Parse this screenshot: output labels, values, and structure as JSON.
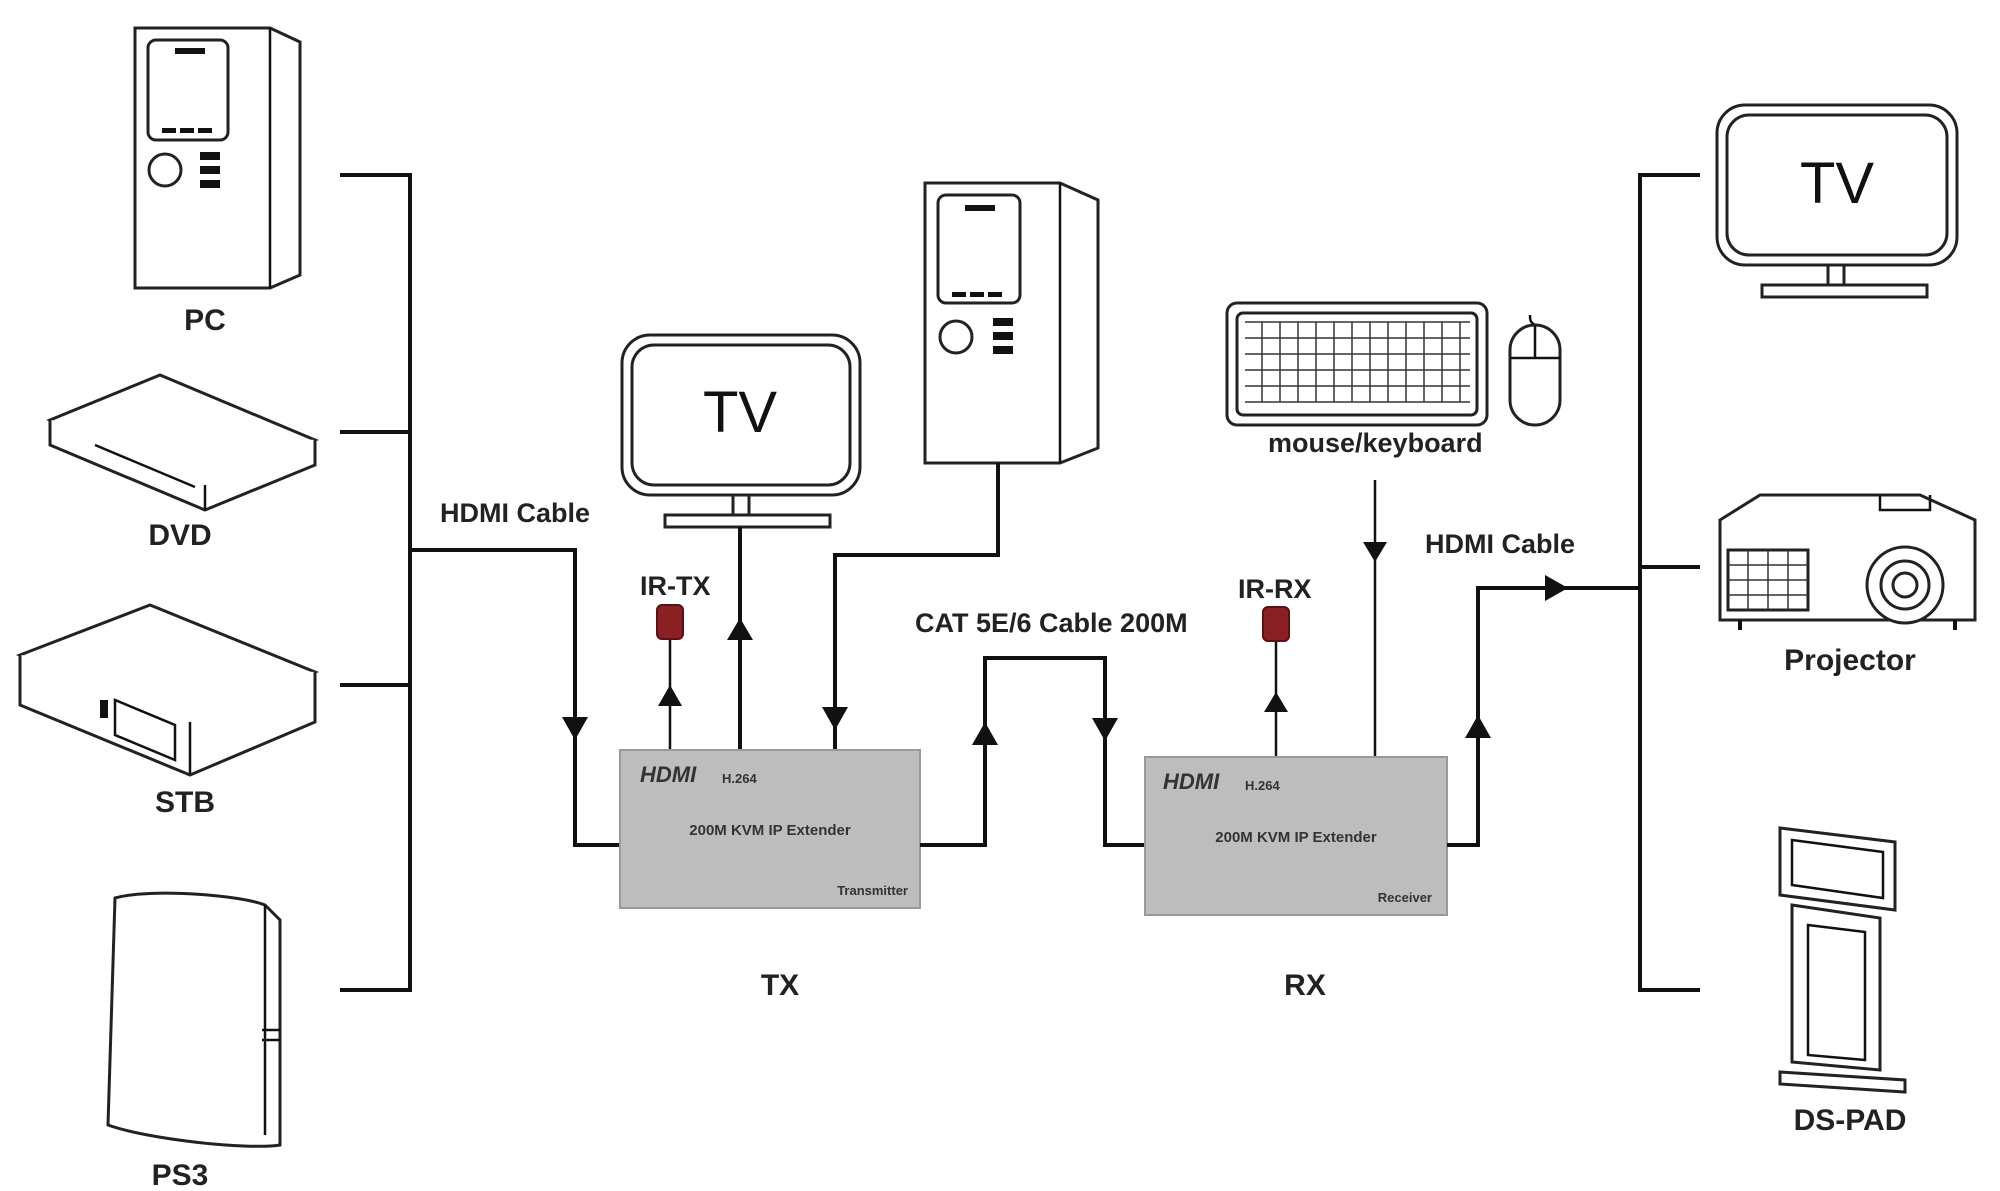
{
  "sources": {
    "pc": "PC",
    "dvd": "DVD",
    "stb": "STB",
    "ps3": "PS3"
  },
  "displays": {
    "tv": "TV",
    "projector": "Projector",
    "dspad": "DS-PAD"
  },
  "local": {
    "tv": "TV",
    "ir_tx": "IR-TX",
    "ir_rx": "IR-RX",
    "mouse_keyboard": "mouse/keyboard"
  },
  "cables": {
    "hdmi_in": "HDMI Cable",
    "hdmi_out": "HDMI Cable",
    "cat": "CAT 5E/6 Cable 200M"
  },
  "transmitter": {
    "logo": "HDMI",
    "codec": "H.264",
    "title": "200M KVM IP Extender",
    "role": "Transmitter",
    "caption": "TX"
  },
  "receiver": {
    "logo": "HDMI",
    "codec": "H.264",
    "title": "200M KVM IP Extender",
    "role": "Receiver",
    "caption": "RX"
  }
}
